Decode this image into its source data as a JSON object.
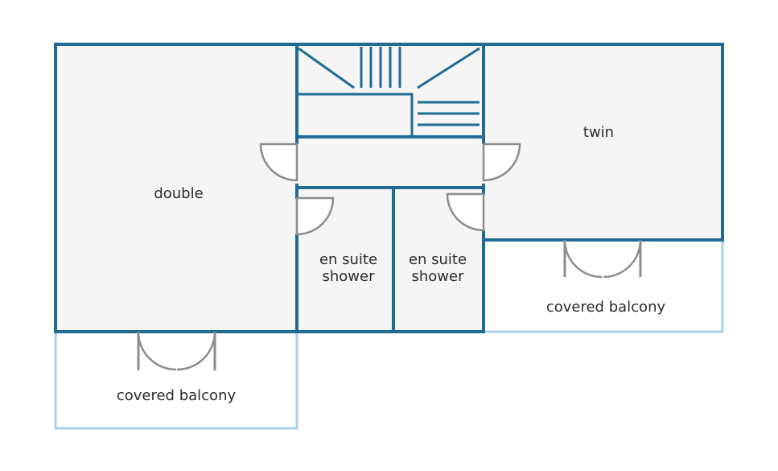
{
  "colors": {
    "wall": "#1f6b94",
    "balcony_outline": "#a9d3e6",
    "door": "#8c8c8c",
    "room_fill": "#f5f5f5"
  },
  "rooms": {
    "double": "double",
    "twin": "twin",
    "ensuite_left_line1": "en suite",
    "ensuite_left_line2": "shower",
    "ensuite_right_line1": "en suite",
    "ensuite_right_line2": "shower",
    "balcony_left": "covered balcony",
    "balcony_right": "covered balcony"
  }
}
